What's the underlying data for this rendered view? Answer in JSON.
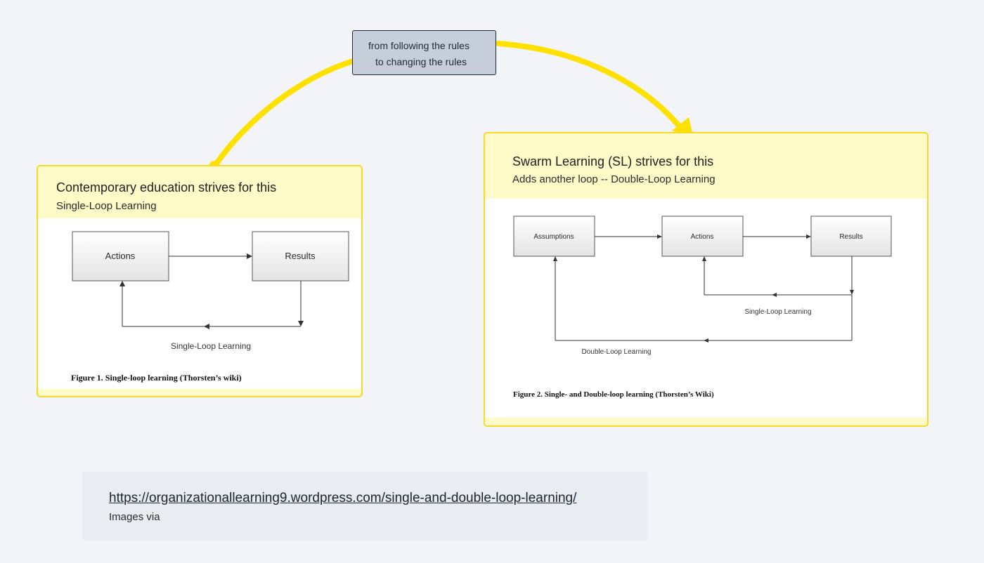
{
  "note": {
    "line1": "from following the rules",
    "line2": "to changing the rules"
  },
  "left_card": {
    "title": "Contemporary education strives for this",
    "subtitle": "Single-Loop Learning",
    "figure": {
      "box_actions": "Actions",
      "box_results": "Results",
      "loop_label": "Single-Loop Learning",
      "caption": "Figure 1. Single-loop learning (Thorsten’s wiki)"
    }
  },
  "right_card": {
    "title": "Swarm Learning (SL) strives for this",
    "subtitle": "Adds another loop -- Double-Loop Learning",
    "figure": {
      "box_assumptions": "Assumptions",
      "box_actions": "Actions",
      "box_results": "Results",
      "single_loop_label": "Single-Loop Learning",
      "double_loop_label": "Double-Loop Learning",
      "caption": "Figure 2. Single- and Double-loop learning (Thorsten’s Wiki)"
    }
  },
  "source": {
    "url": "https://organizationallearning9.wordpress.com/single-and-double-loop-learning/",
    "caption": "Images via"
  },
  "colors": {
    "arrow": "#ffe100",
    "card_border": "#f6d92a",
    "card_header": "#fffbc9",
    "note_bg": "#c5ced9"
  }
}
